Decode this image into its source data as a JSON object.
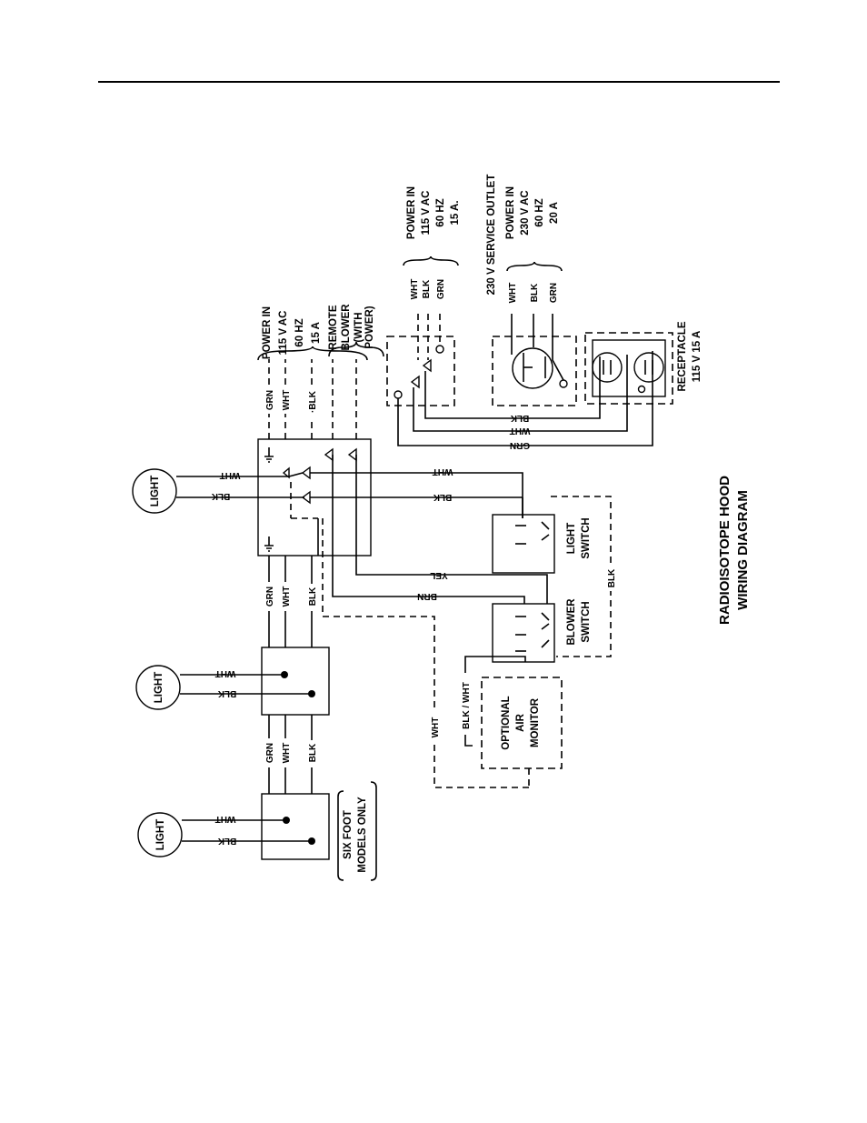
{
  "diagram": {
    "title": [
      "RADIOISOTOPE HOOD",
      "WIRING DIAGRAM"
    ],
    "lights": [
      "LIGHT",
      "LIGHT",
      "LIGHT"
    ],
    "wires": {
      "grn": "GRN",
      "wht": "WHT",
      "blk": "BLK",
      "blk2": "·BLK",
      "yel": "YEL",
      "brn": "BRN",
      "blk_wht": "BLK / WHT"
    },
    "power_in_1": [
      "POWER IN",
      "115 V  AC",
      "60 HZ",
      "15 A"
    ],
    "remote_blower": [
      "REMOTE",
      "BLOWER",
      "(WITH",
      "POWER)"
    ],
    "power_in_2": [
      "POWER IN",
      "115 V  AC",
      "60 HZ",
      "15 A."
    ],
    "service_outlet": "230 V SERVICE OUTLET",
    "power_in_3": [
      "POWER IN",
      "230 V  AC",
      "60 HZ",
      "20 A"
    ],
    "receptacle": [
      "RECEPTACLE",
      "115 V   15 A"
    ],
    "light_switch": [
      "LIGHT",
      "SWITCH"
    ],
    "blower_switch": [
      "BLOWER",
      "SWITCH"
    ],
    "air_monitor": [
      "OPTIONAL",
      "AIR",
      "MONITOR"
    ],
    "six_foot": [
      "SIX FOOT",
      "MODELS ONLY"
    ]
  }
}
